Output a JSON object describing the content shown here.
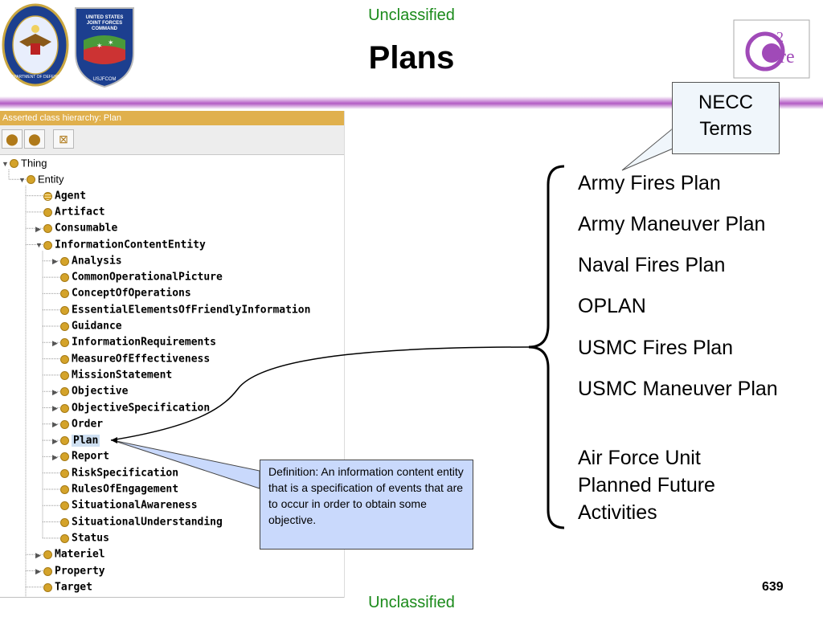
{
  "header": {
    "classification_top": "Unclassified",
    "title": "Plans",
    "dod_seal_text": "DEPARTMENT OF DEFENSE · UNITED STATES OF AMERICA",
    "jfcom_seal_text": "UNITED STATES JOINT FORCES COMMAND",
    "jfcom_seal_bottom": "USJFCOM",
    "c2core_logo_text": "C2ore"
  },
  "ontology_panel": {
    "header": "Asserted class hierarchy: Plan",
    "tree": [
      {
        "label": "Thing",
        "depth": 0,
        "expand": "open",
        "bold": false
      },
      {
        "label": "Entity",
        "depth": 1,
        "expand": "open",
        "bold": false
      },
      {
        "label": "Agent",
        "depth": 2,
        "expand": "none",
        "bold": true,
        "multi": true
      },
      {
        "label": "Artifact",
        "depth": 2,
        "expand": "none",
        "bold": true
      },
      {
        "label": "Consumable",
        "depth": 2,
        "expand": "closed",
        "bold": true
      },
      {
        "label": "InformationContentEntity",
        "depth": 2,
        "expand": "open",
        "bold": true
      },
      {
        "label": "Analysis",
        "depth": 3,
        "expand": "closed",
        "bold": true
      },
      {
        "label": "CommonOperationalPicture",
        "depth": 3,
        "expand": "none",
        "bold": true
      },
      {
        "label": "ConceptOfOperations",
        "depth": 3,
        "expand": "none",
        "bold": true
      },
      {
        "label": "EssentialElementsOfFriendlyInformation",
        "depth": 3,
        "expand": "none",
        "bold": true
      },
      {
        "label": "Guidance",
        "depth": 3,
        "expand": "none",
        "bold": true
      },
      {
        "label": "InformationRequirements",
        "depth": 3,
        "expand": "closed",
        "bold": true
      },
      {
        "label": "MeasureOfEffectiveness",
        "depth": 3,
        "expand": "none",
        "bold": true
      },
      {
        "label": "MissionStatement",
        "depth": 3,
        "expand": "none",
        "bold": true
      },
      {
        "label": "Objective",
        "depth": 3,
        "expand": "closed",
        "bold": true
      },
      {
        "label": "ObjectiveSpecification",
        "depth": 3,
        "expand": "closed",
        "bold": true
      },
      {
        "label": "Order",
        "depth": 3,
        "expand": "closed",
        "bold": true
      },
      {
        "label": "Plan",
        "depth": 3,
        "expand": "closed",
        "bold": true,
        "selected": true
      },
      {
        "label": "Report",
        "depth": 3,
        "expand": "closed",
        "bold": true
      },
      {
        "label": "RiskSpecification",
        "depth": 3,
        "expand": "none",
        "bold": true
      },
      {
        "label": "RulesOfEngagement",
        "depth": 3,
        "expand": "none",
        "bold": true
      },
      {
        "label": "SituationalAwareness",
        "depth": 3,
        "expand": "none",
        "bold": true
      },
      {
        "label": "SituationalUnderstanding",
        "depth": 3,
        "expand": "none",
        "bold": true
      },
      {
        "label": "Status",
        "depth": 3,
        "expand": "none",
        "bold": true
      },
      {
        "label": "Materiel",
        "depth": 2,
        "expand": "closed",
        "bold": true
      },
      {
        "label": "Property",
        "depth": 2,
        "expand": "closed",
        "bold": true
      },
      {
        "label": "Target",
        "depth": 2,
        "expand": "none",
        "bold": true
      }
    ]
  },
  "callouts": {
    "necc_line1": "NECC",
    "necc_line2": "Terms",
    "definition": "Definition: An information content entity that is a specification of events that are to occur in order to obtain some objective."
  },
  "terms": [
    "Army Fires Plan",
    "Army Maneuver Plan",
    "Naval Fires Plan",
    "OPLAN",
    "USMC Fires Plan",
    "USMC Maneuver Plan",
    "Air Force Unit Planned Future Activities"
  ],
  "footer": {
    "classification_bottom": "Unclassified",
    "page_number": "639"
  }
}
